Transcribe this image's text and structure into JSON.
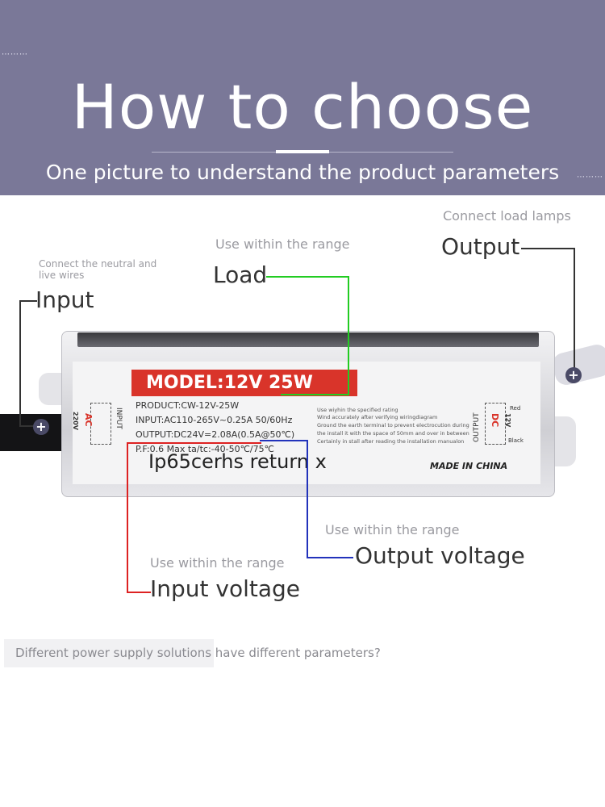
{
  "header": {
    "title": "How to choose",
    "subtitle": "One picture to understand the product parameters"
  },
  "callouts": {
    "input": {
      "note": "Connect the neutral and live wires",
      "label": "Input"
    },
    "load": {
      "note": "Use within the range",
      "label": "Load"
    },
    "output": {
      "note": "Connect load lamps",
      "label": "Output"
    },
    "output_voltage": {
      "note": "Use within the range",
      "label": "Output voltage"
    },
    "input_voltage": {
      "note": "Use within the range",
      "label": "Input voltage"
    }
  },
  "device_label": {
    "model": "MODEL:12V  25W",
    "product": "PRODUCT:CW-12V-25W",
    "input": "INPUT:AC110-265V~0.25A  50/60Hz",
    "output": "OUTPUT:DC24V=2.08A(0.5A@50℃)",
    "pf": "P.F:0.6 Max ta/tc:-40-50℃/75℃",
    "rating_notes": [
      "Use wiyhin the specified rating",
      "Wind accurately after verifying wiringdiagram",
      "Ground the earth terminal to prevent electrocution during",
      "the install it with the space of 50mm and over in between",
      "Certainly in stall after reading the installation manualon"
    ],
    "made_in": "MADE IN CHINA",
    "ac": "AC",
    "v220": "220V",
    "input_vertical": "INPUT",
    "dc": "DC",
    "v12": "12V",
    "output_vertical": "OUTPUT",
    "red": "Red",
    "black": "Black",
    "overlay": "Ip65cerhs return x"
  },
  "footer": {
    "question": "Different power supply solutions have different parameters?"
  },
  "colors": {
    "banner": "#7a7898",
    "load_line": "#22cc22",
    "output_voltage_line": "#2233bb",
    "input_voltage_line": "#dd2222",
    "callout_line": "#333333",
    "model_bar": "#d9342a"
  }
}
